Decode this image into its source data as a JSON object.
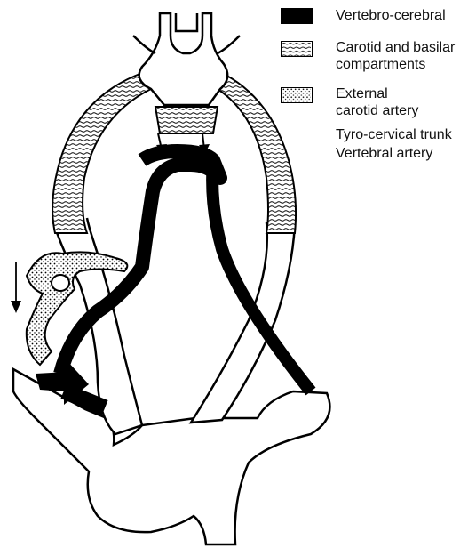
{
  "legend": [
    {
      "label": "Vertebro-cerebral",
      "pattern": "solid-black"
    },
    {
      "label": "Carotid and basilar compartments",
      "pattern": "horizontal-wavy-lines"
    },
    {
      "label": "External carotid artery",
      "pattern": "dotted"
    }
  ],
  "extra_labels": [
    "Tyro-cervical trunk",
    "Vertebral artery"
  ],
  "colors": {
    "ink": "#000000",
    "paper": "#ffffff"
  }
}
